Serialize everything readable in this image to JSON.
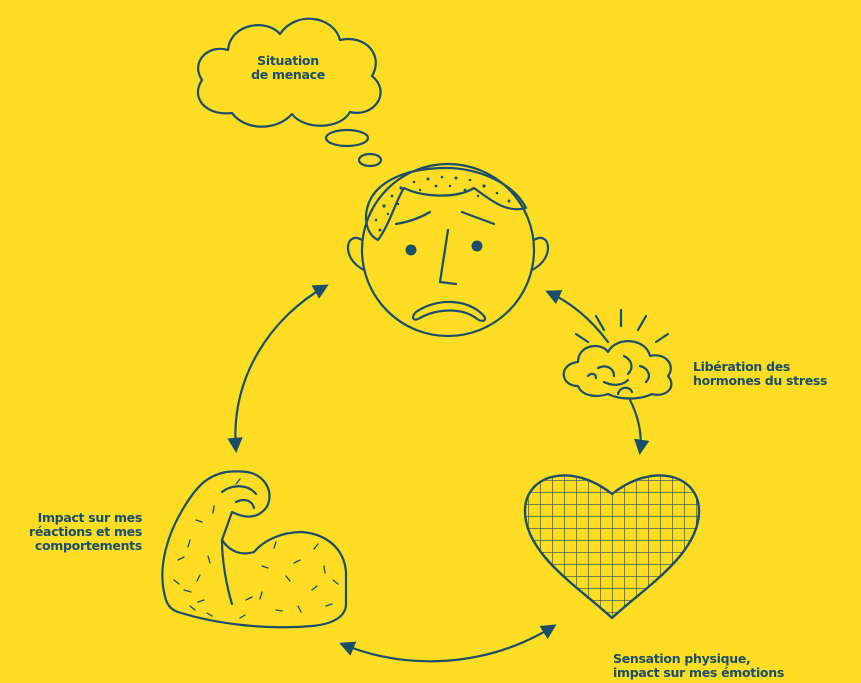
{
  "colors": {
    "background": "#fddd24",
    "ink": "#1b4e6b"
  },
  "cloud": {
    "line1": "Situation",
    "line2": "de menace"
  },
  "brain": {
    "line1": "Libération des",
    "line2": "hormones du stress"
  },
  "arm": {
    "line1": "Impact sur mes",
    "line2": "réactions et mes",
    "line3": "comportements"
  },
  "heart": {
    "line1": "Sensation physique,",
    "line2": "impact sur mes émotions"
  },
  "icons": [
    "thought-cloud-icon",
    "worried-face-icon",
    "brain-icon",
    "heart-icon",
    "flexed-arm-icon"
  ]
}
